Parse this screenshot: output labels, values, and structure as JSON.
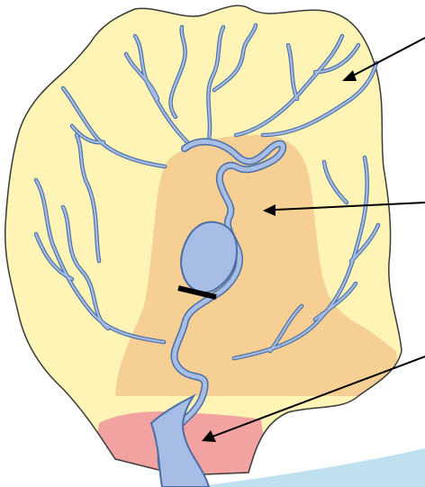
{
  "diagram": {
    "kind": "drainage-basin",
    "zones": [
      {
        "id": "upper-course",
        "color": "#fdf4b6"
      },
      {
        "id": "middle-course",
        "color": "#f5cf94"
      },
      {
        "id": "lower-course",
        "color": "#f2a2a1"
      }
    ],
    "colors": {
      "basin_outline": "#3a3a3a",
      "river_fill": "#a7bde6",
      "river_edge": "#4a6fa6",
      "dam": "#000000",
      "pointer": "#000000",
      "decor_stripe": "#bfe1ef"
    },
    "pointers": [
      {
        "id": "pointer-upper",
        "zone": "upper-course"
      },
      {
        "id": "pointer-middle",
        "zone": "middle-course"
      },
      {
        "id": "pointer-lower",
        "zone": "lower-course"
      }
    ]
  }
}
